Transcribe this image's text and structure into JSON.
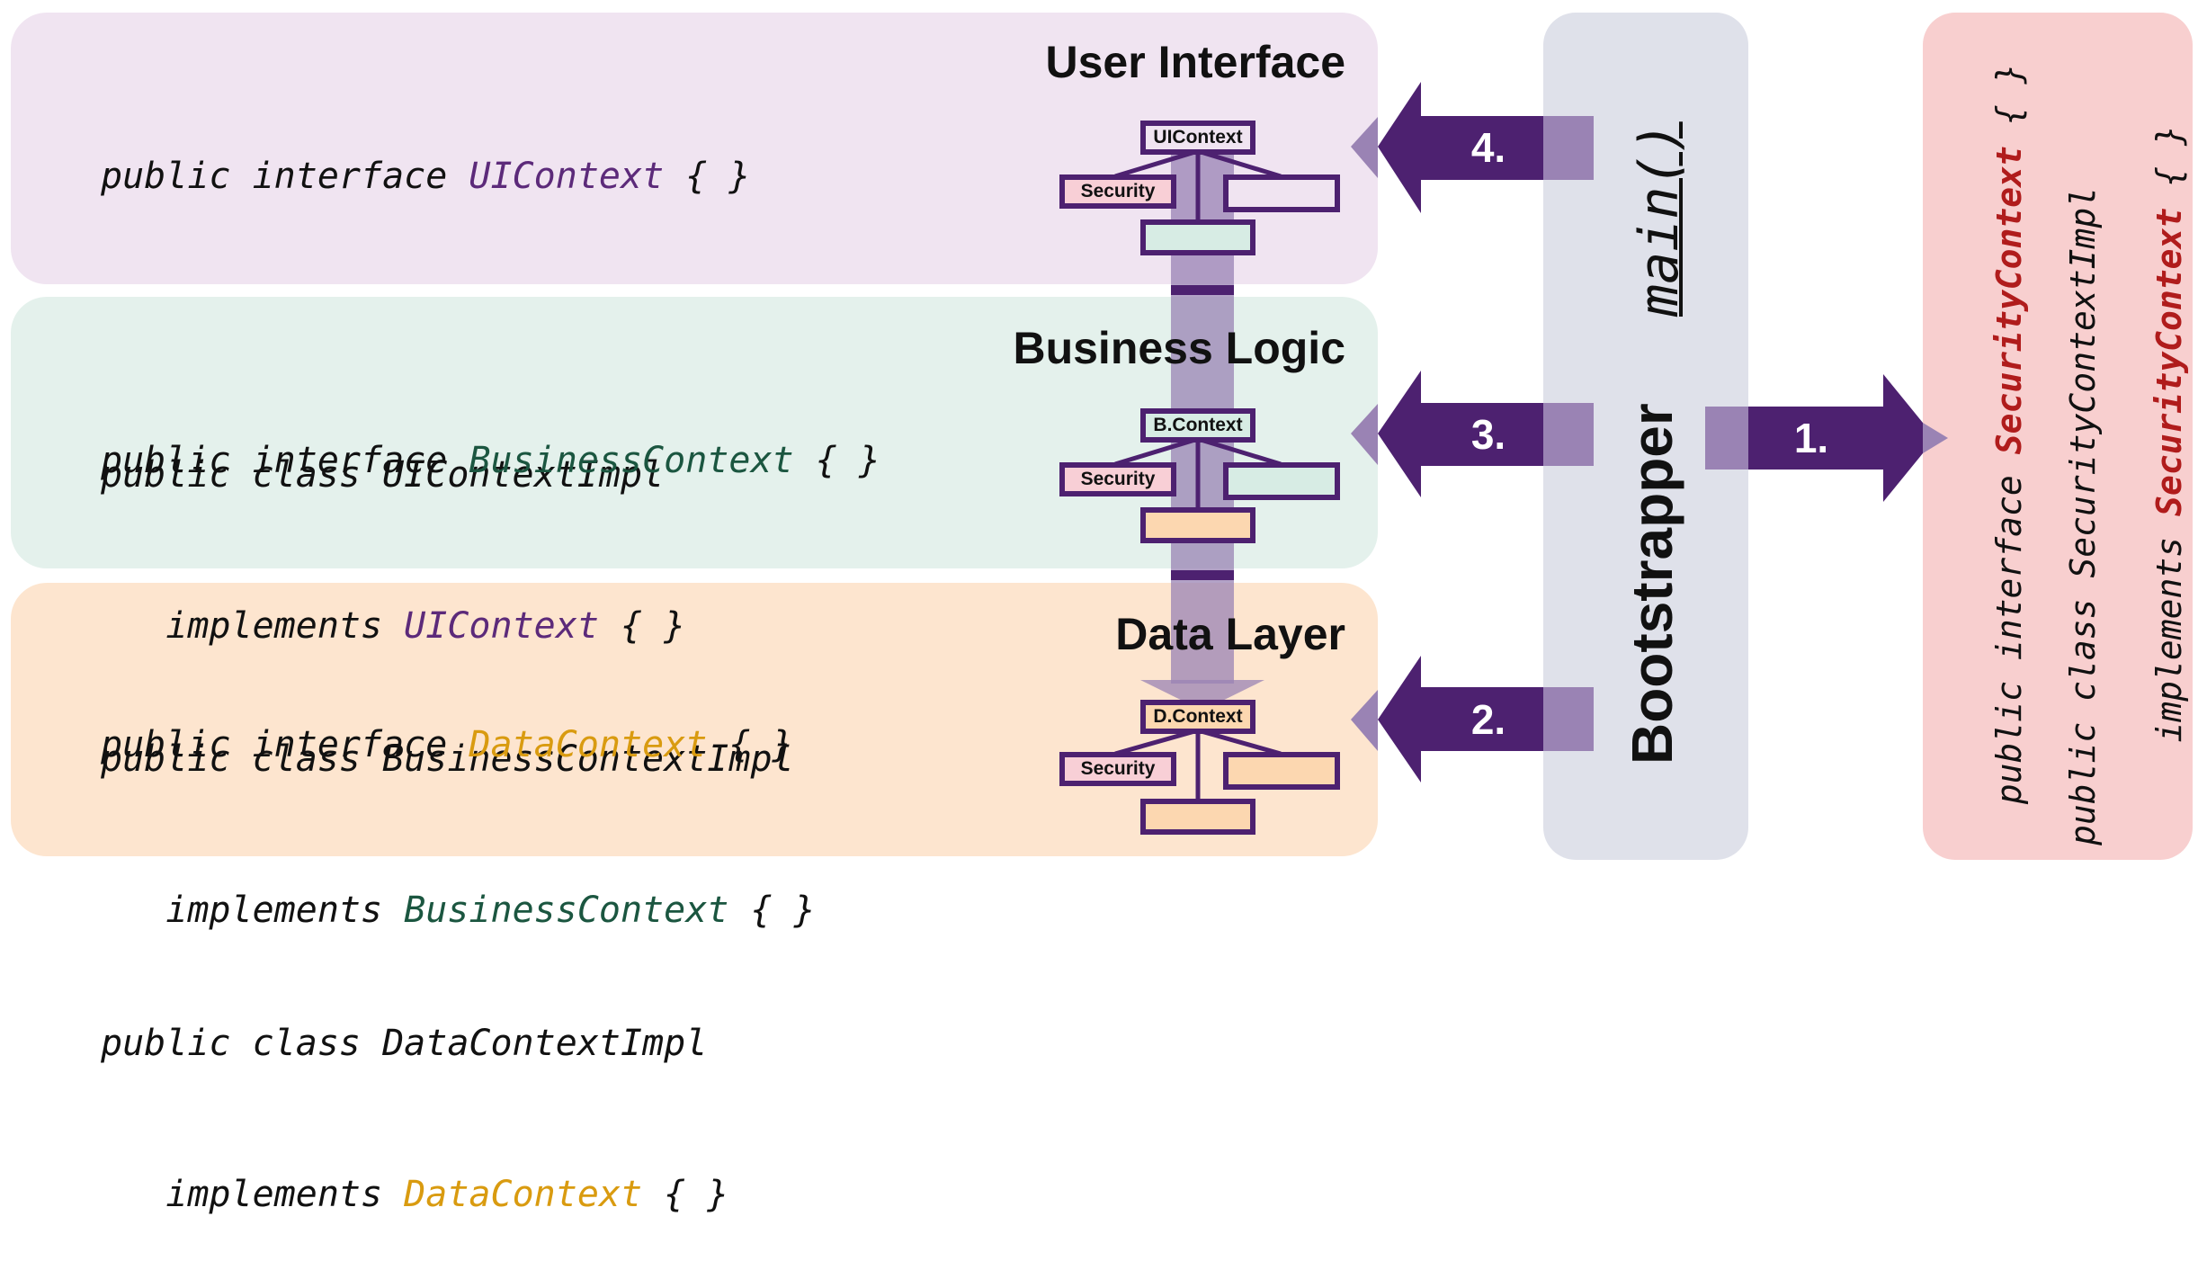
{
  "layers": {
    "ui": {
      "title": "User Interface",
      "line1_pre": "public interface ",
      "line1_ident": "UIContext",
      "line1_post": " { }",
      "line2": "public class UIContextImpl",
      "line3_pre": "   implements ",
      "line3_ident": "UIContext",
      "line3_post": " { }",
      "context_box": "UIContext",
      "security_box": "Security",
      "arrow_label": "4.",
      "color": "#f0e4f1",
      "ident_color": "#5c2a7a"
    },
    "business": {
      "title": "Business Logic",
      "line1_pre": "public interface ",
      "line1_ident": "BusinessContext",
      "line1_post": " { }",
      "line2": "public class BusinessContextImpl",
      "line3_pre": "   implements ",
      "line3_ident": "BusinessContext",
      "line3_post": " { }",
      "context_box": "B.Context",
      "security_box": "Security",
      "arrow_label": "3.",
      "color": "#e4f1ec",
      "ident_color": "#1b5640"
    },
    "data": {
      "title": "Data Layer",
      "line1_pre": "public interface ",
      "line1_ident": "DataContext",
      "line1_post": " { }",
      "line2": "public class DataContextImpl",
      "line3_pre": "   implements ",
      "line3_ident": "DataContext",
      "line3_post": " { }",
      "context_box": "D.Context",
      "security_box": "Security",
      "arrow_label": "2.",
      "color": "#fde5cf",
      "ident_color": "#d99b10"
    }
  },
  "bootstrapper": {
    "title": "Bootstrapper",
    "method": "main()",
    "color": "#dfe1ea"
  },
  "security": {
    "line1_pre": "public interface ",
    "line1_ident": "SecurityContext",
    "line1_post": " { }",
    "line2": "public class SecurityContextImpl",
    "line3_pre": "   implements ",
    "line3_ident": "SecurityContext",
    "line3_post": " { }",
    "arrow_label": "1.",
    "color": "#f8cfcf",
    "ident_color": "#b01c1c"
  },
  "colors": {
    "arrow": "#4d2170",
    "arrow_light": "#9a83b4"
  }
}
